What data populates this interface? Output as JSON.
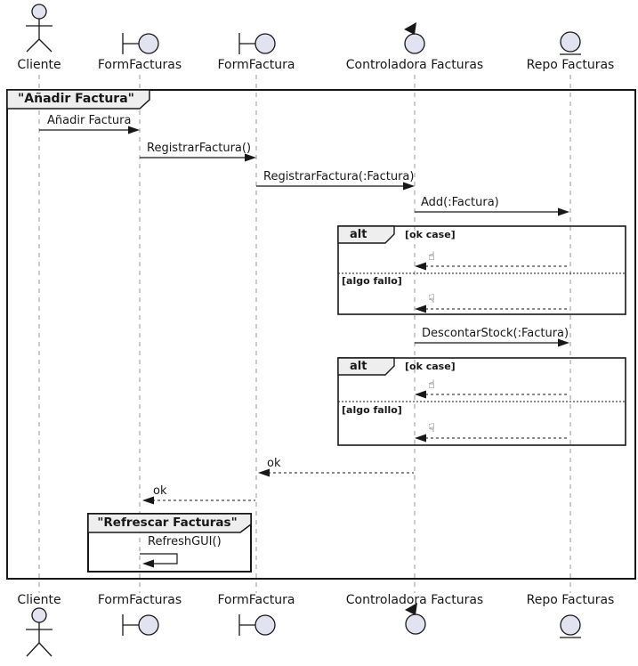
{
  "diagram_kind": "uml-sequence-diagram",
  "frames": {
    "outer_title": "\"Añadir Factura\"",
    "inner_title": "\"Refrescar Facturas\""
  },
  "fragment": {
    "operator": "alt",
    "ok_guard": "[ok case]",
    "fail_guard": "[algo fallo]",
    "ok_icon": "☝",
    "fail_icon": "☟"
  },
  "participants": [
    {
      "label": "Cliente",
      "kind": "actor"
    },
    {
      "label": "FormFacturas",
      "kind": "boundary"
    },
    {
      "label": "FormFactura",
      "kind": "boundary"
    },
    {
      "label": "Controladora Facturas",
      "kind": "control"
    },
    {
      "label": "Repo Facturas",
      "kind": "entity"
    }
  ],
  "messages": [
    {
      "label": "Añadir Factura",
      "from": "Cliente",
      "to": "FormFacturas",
      "style": "sync"
    },
    {
      "label": "RegistrarFactura()",
      "from": "FormFacturas",
      "to": "FormFactura",
      "style": "sync"
    },
    {
      "label": "RegistrarFactura(:Factura)",
      "from": "FormFactura",
      "to": "Controladora Facturas",
      "style": "sync"
    },
    {
      "label": "Add(:Factura)",
      "from": "Controladora Facturas",
      "to": "Repo Facturas",
      "style": "sync"
    },
    {
      "label": "DescontarStock(:Factura)",
      "from": "Controladora Facturas",
      "to": "Repo Facturas",
      "style": "sync"
    },
    {
      "label": "ok",
      "from": "Controladora Facturas",
      "to": "FormFactura",
      "style": "return"
    },
    {
      "label": "ok",
      "from": "FormFactura",
      "to": "FormFacturas",
      "style": "return"
    },
    {
      "label": "RefreshGUI()",
      "from": "FormFacturas",
      "to": "FormFacturas",
      "style": "self"
    }
  ],
  "colors": {
    "line": "#181818",
    "lifeline": "#999999",
    "participant_fill": "#E2E2F0",
    "tab_fill": "#EEEEEE",
    "background": "#FFFFFF"
  }
}
